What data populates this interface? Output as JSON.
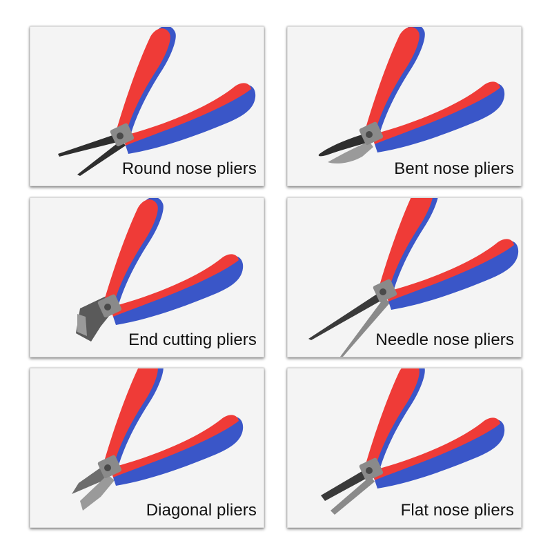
{
  "tools": [
    {
      "label": "Round nose pliers"
    },
    {
      "label": "Bent nose pliers"
    },
    {
      "label": "End cutting pliers"
    },
    {
      "label": "Needle nose pliers"
    },
    {
      "label": "Diagonal pliers"
    },
    {
      "label": "Flat nose pliers"
    }
  ],
  "colors": {
    "handle_red": "#ef3b37",
    "handle_blue": "#3a56c8",
    "metal": "#6d6d6d",
    "card_bg": "#f4f4f4"
  }
}
